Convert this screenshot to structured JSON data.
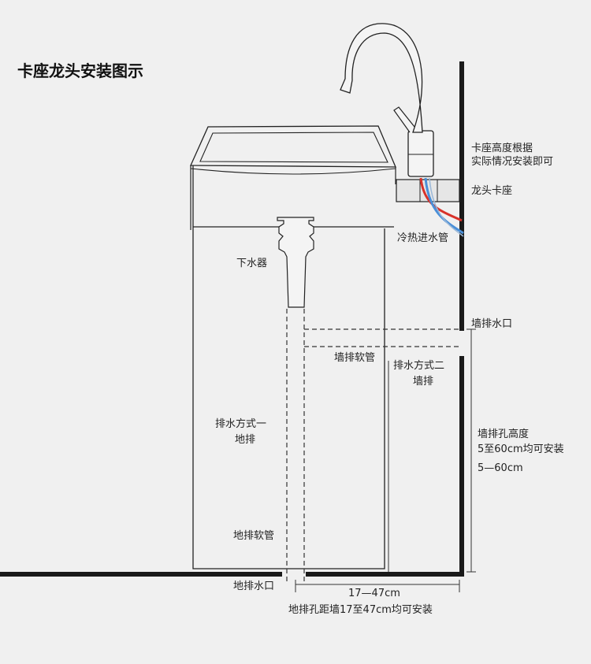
{
  "title": "卡座龙头安装图示",
  "labels": {
    "height_note_1": "卡座高度根据",
    "height_note_2": "实际情况安装即可",
    "faucet_seat": "龙头卡座",
    "inlet_pipe": "冷热进水管",
    "drain": "下水器",
    "wall_outlet": "墙排水口",
    "wall_hose": "墙排软管",
    "method2_1": "排水方式二",
    "method2_2": "墙排",
    "wall_hole_height_1": "墙排孔高度",
    "wall_hole_height_2": "5至60cm均可安装",
    "wall_range": "5—60cm",
    "method1_1": "排水方式一",
    "method1_2": "地排",
    "floor_hose": "地排软管",
    "floor_outlet": "地排水口",
    "floor_range": "17—47cm",
    "floor_distance": "地排孔距墙17至47cm均可安装"
  },
  "colors": {
    "background": "#f0f0f0",
    "line": "#222222",
    "hot_pipe": "#d8322a",
    "cold_pipe": "#4a8fd8"
  }
}
